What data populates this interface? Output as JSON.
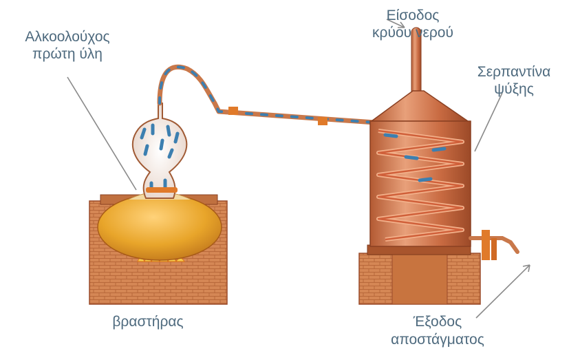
{
  "labels": {
    "raw_material": {
      "line1": "Αλκοολούχος",
      "line2": "πρώτη ύλη"
    },
    "cold_water_inlet": {
      "line1": "Είσοδος",
      "line2": "κρύου νερού"
    },
    "cooling_coil": {
      "line1": "Σερπαντίνα",
      "line2": "ψύξης"
    },
    "boiler": "βραστήρας",
    "distillate_outlet": {
      "line1": "Έξοδος",
      "line2": "αποστάγματος"
    }
  },
  "colors": {
    "label_text": "#4e6a7e",
    "copper": "#cf7a4c",
    "copper_dark": "#9a4a2a",
    "brick": "#d58755",
    "liquid": "#e6a022",
    "vapor_dashes": "#3c7fb0",
    "pointer_lines": "#8a8a8a"
  }
}
